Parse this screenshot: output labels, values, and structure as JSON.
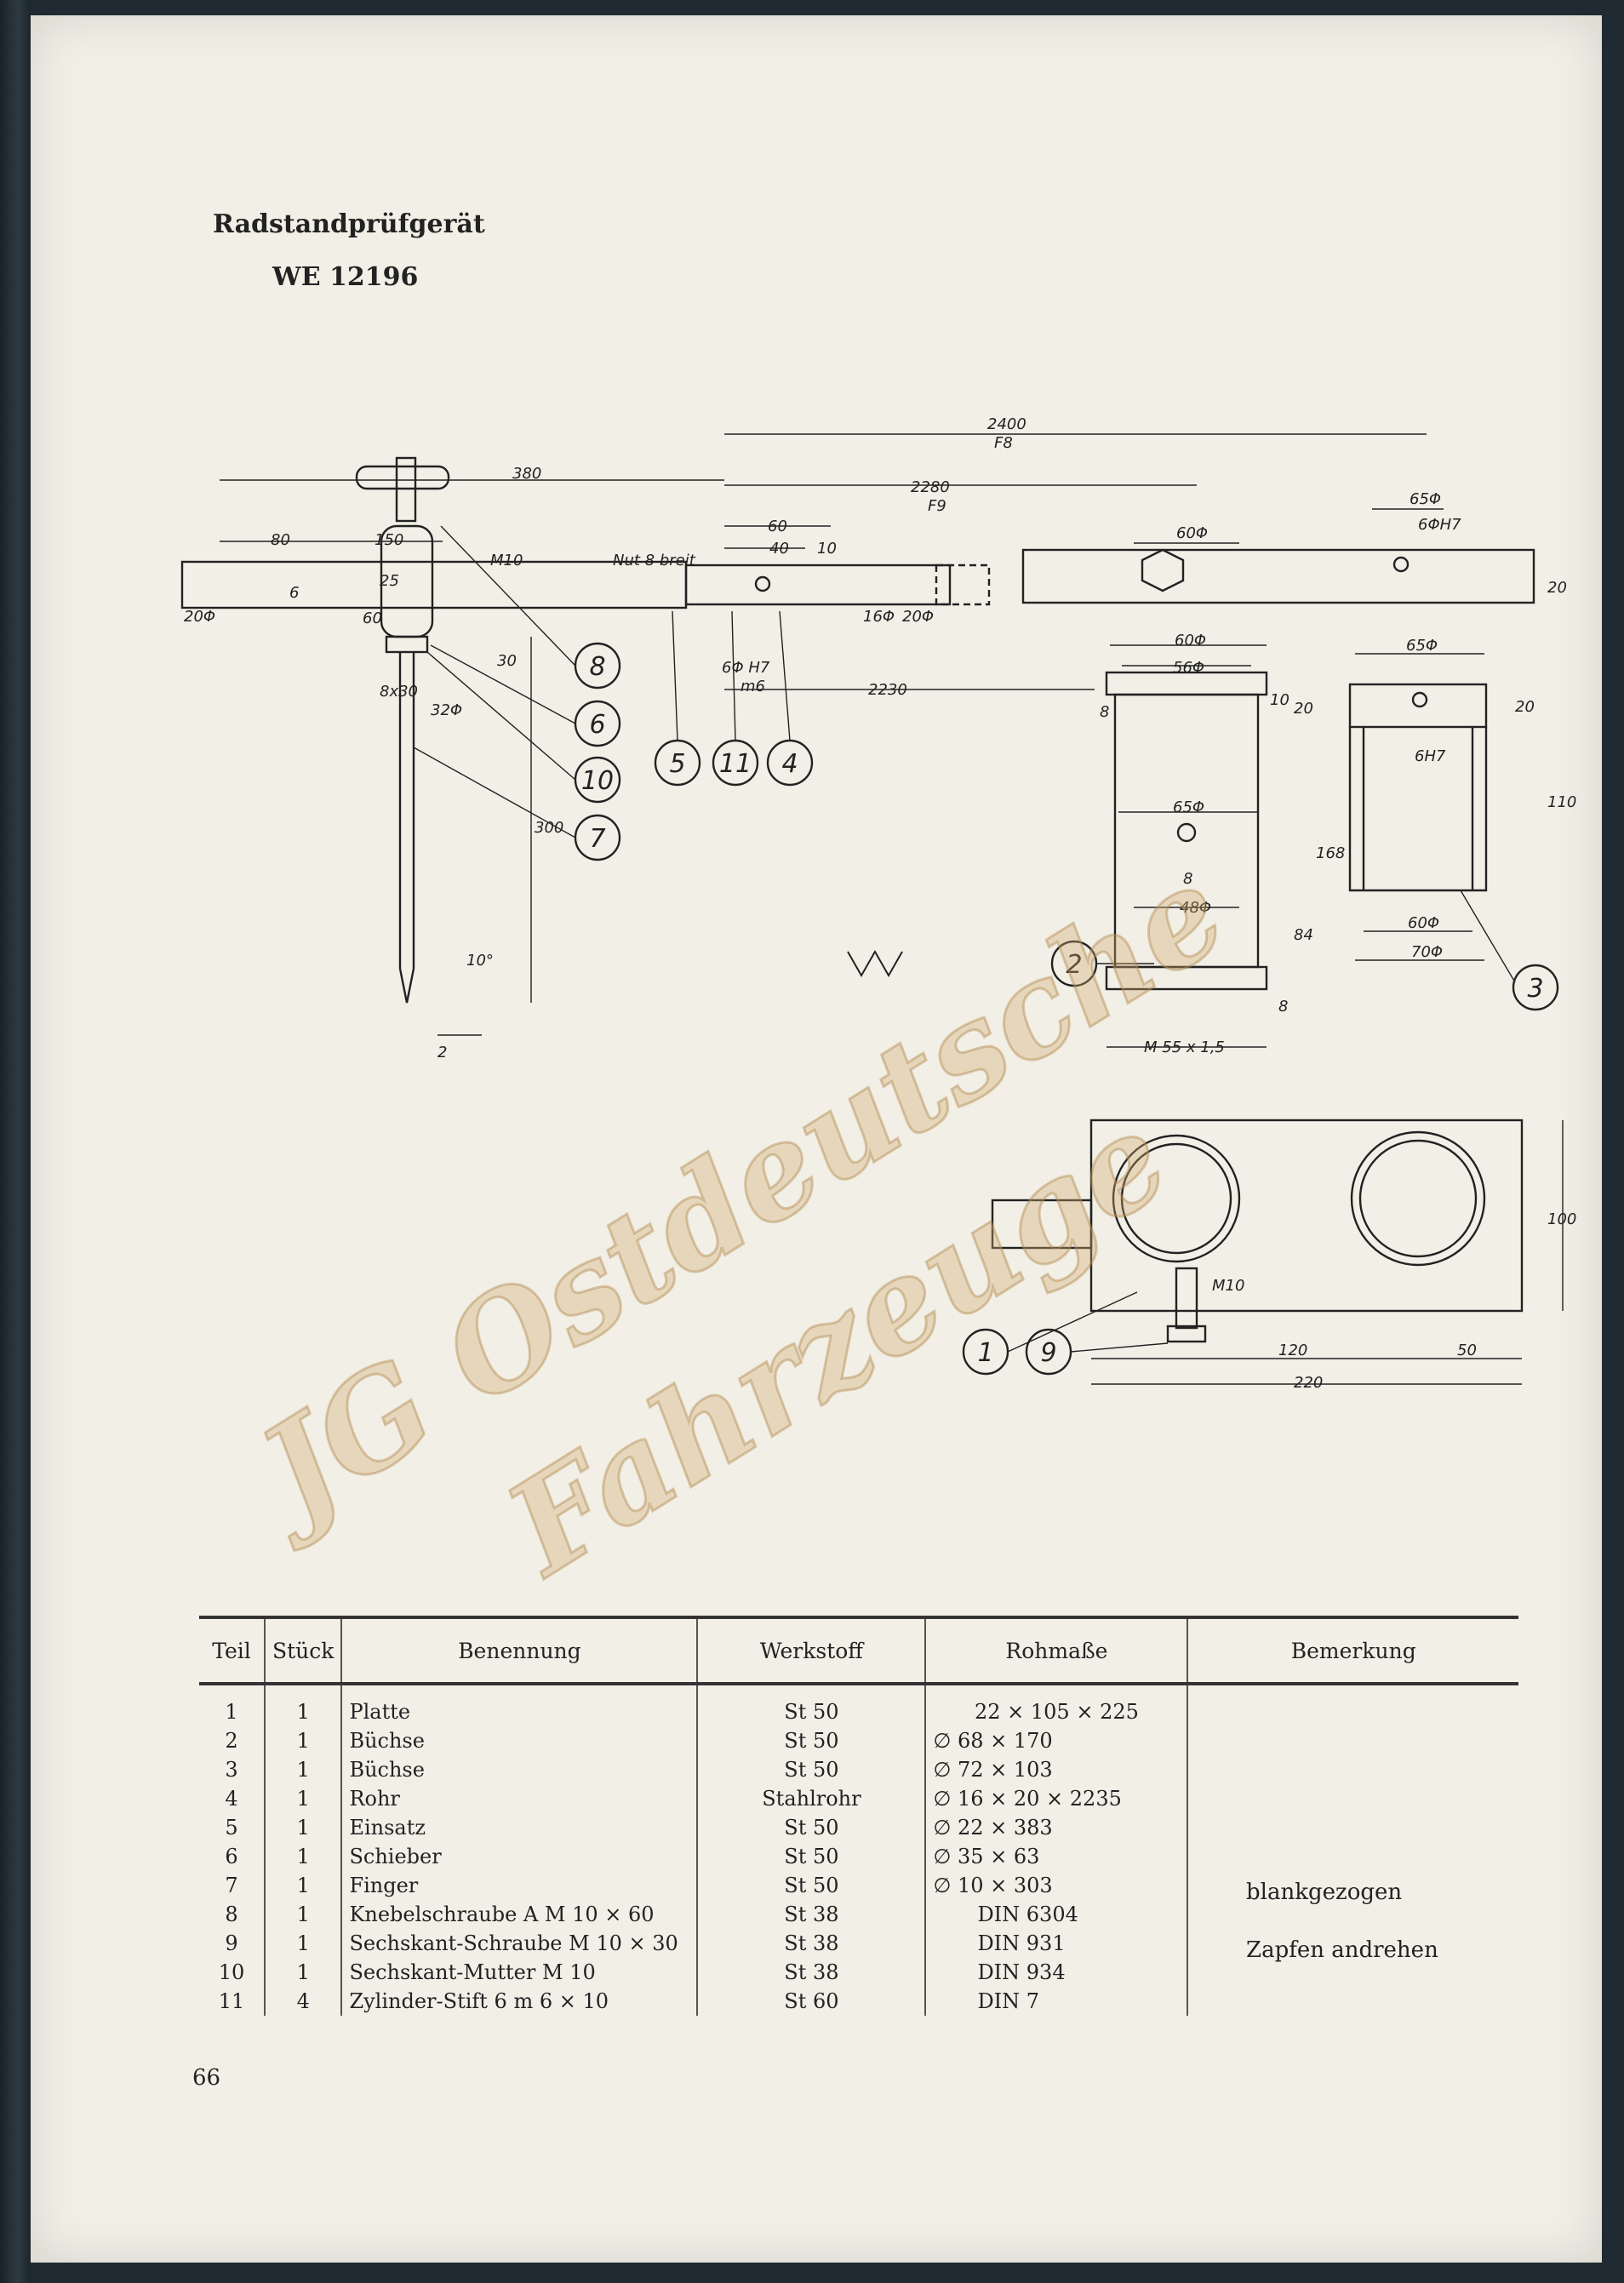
{
  "heading": {
    "title": "Radstandprüfgerät",
    "subtitle": "WE 12196"
  },
  "drawing_labels": {
    "dims": [
      "2400",
      "F8",
      "2280",
      "F9",
      "380",
      "60",
      "40",
      "10",
      "80",
      "150",
      "Nut 8 breit",
      "M10",
      "25",
      "60",
      "6",
      "20Φ",
      "16Φ",
      "20Φ",
      "6Φ H7",
      "m6",
      "2230",
      "30",
      "8x30",
      "32Φ",
      "300",
      "10°",
      "2",
      "60Φ",
      "65Φ",
      "6ΦH7",
      "20",
      "60Φ",
      "56Φ",
      "10",
      "20",
      "8",
      "65Φ",
      "8",
      "48Φ",
      "168",
      "84",
      "8",
      "M 55 x 1,5",
      "65Φ",
      "20",
      "6H7",
      "110",
      "60Φ",
      "70Φ",
      "100",
      "M10",
      "120",
      "50",
      "220"
    ],
    "part_callouts": [
      "8",
      "6",
      "10",
      "7",
      "5",
      "11",
      "4",
      "2",
      "3",
      "1",
      "9"
    ]
  },
  "watermark": {
    "line1": "JG Ostdeutsche",
    "line2": "Fahrzeuge"
  },
  "table": {
    "headers": [
      "Teil",
      "Stück",
      "Benennung",
      "Werkstoff",
      "Rohmaße",
      "Bemerkung"
    ],
    "rows": [
      {
        "teil": "1",
        "stueck": "1",
        "benennung": "Platte",
        "werkstoff": "St 50",
        "rohmasse": "22 × 105 × 225"
      },
      {
        "teil": "2",
        "stueck": "1",
        "benennung": "Büchse",
        "werkstoff": "St 50",
        "rohmasse": "∅ 68 × 170"
      },
      {
        "teil": "3",
        "stueck": "1",
        "benennung": "Büchse",
        "werkstoff": "St 50",
        "rohmasse": "∅ 72 × 103"
      },
      {
        "teil": "4",
        "stueck": "1",
        "benennung": "Rohr",
        "werkstoff": "Stahlrohr",
        "rohmasse": "∅ 16 × 20 × 2235"
      },
      {
        "teil": "5",
        "stueck": "1",
        "benennung": "Einsatz",
        "werkstoff": "St 50",
        "rohmasse": "∅ 22 × 383"
      },
      {
        "teil": "6",
        "stueck": "1",
        "benennung": "Schieber",
        "werkstoff": "St 50",
        "rohmasse": "∅ 35 × 63"
      },
      {
        "teil": "7",
        "stueck": "1",
        "benennung": "Finger",
        "werkstoff": "St 50",
        "rohmasse": "∅ 10 × 303"
      },
      {
        "teil": "8",
        "stueck": "1",
        "benennung": "Knebelschraube A M 10 × 60",
        "werkstoff": "St 38",
        "rohmasse": "DIN 6304"
      },
      {
        "teil": "9",
        "stueck": "1",
        "benennung": "Sechskant-Schraube M 10 × 30",
        "werkstoff": "St 38",
        "rohmasse": "DIN 931"
      },
      {
        "teil": "10",
        "stueck": "1",
        "benennung": "Sechskant-Mutter M 10",
        "werkstoff": "St 38",
        "rohmasse": "DIN 934"
      },
      {
        "teil": "11",
        "stueck": "4",
        "benennung": "Zylinder-Stift 6 m 6 × 10",
        "werkstoff": "St 60",
        "rohmasse": "DIN 7"
      }
    ],
    "remarks": [
      "blankgezogen",
      "Zapfen andrehen"
    ]
  },
  "page_number": "66"
}
